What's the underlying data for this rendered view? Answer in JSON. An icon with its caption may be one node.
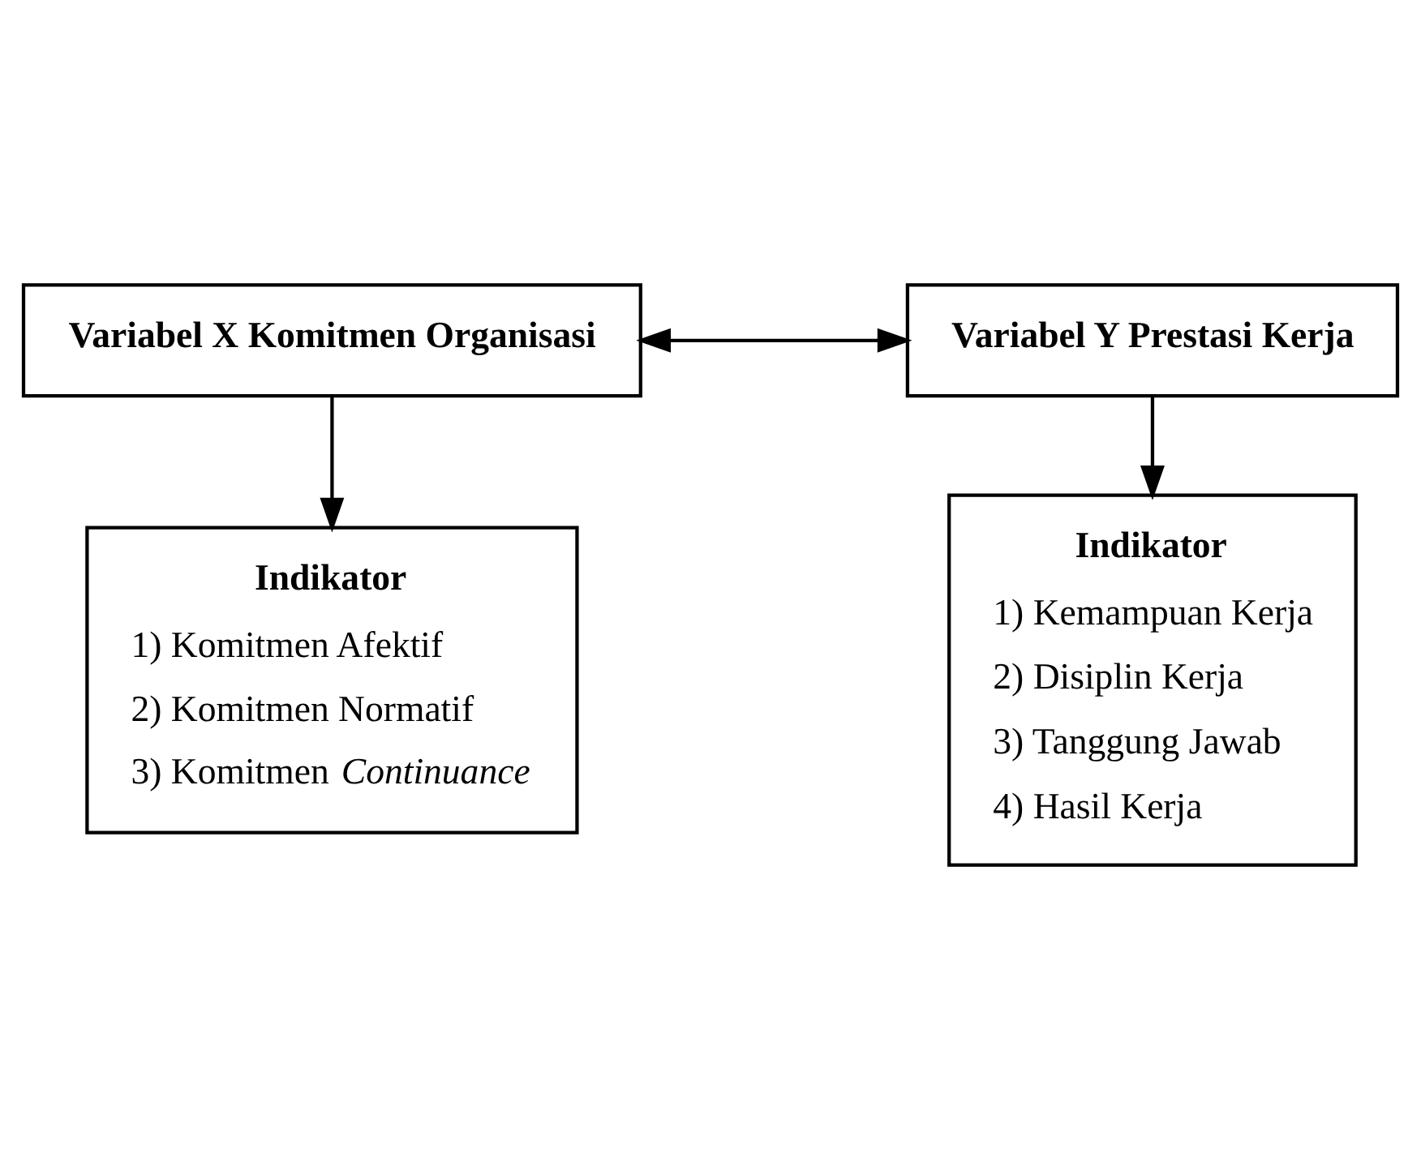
{
  "diagram": {
    "nodes": [
      {
        "text": [
          "Variabel X Komitmen Organisasi"
        ]
      },
      {
        "text": [
          "Variabel Y Prestasi Kerja"
        ]
      },
      {
        "text": [
          "Indikator",
          "1) Komitmen Afektif",
          "2) Komitmen Normatif",
          "3) Komitmen *Continuance*"
        ]
      },
      {
        "text": [
          "Indikator",
          "1) Kemampuan Kerja",
          "2) Disiplin Kerja",
          "3) Tanggung Jawab",
          "4) Hasil Kerja"
        ]
      }
    ],
    "edges": [
      {
        "from": 0,
        "to": 1,
        "arrow": "both"
      },
      {
        "from": 0,
        "to": 2,
        "arrow": "to"
      },
      {
        "from": 1,
        "to": 3,
        "arrow": "to"
      }
    ]
  }
}
